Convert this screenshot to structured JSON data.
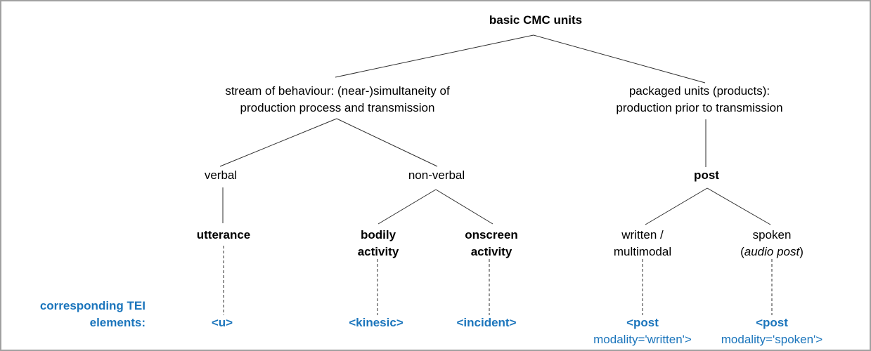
{
  "diagram": {
    "title": "basic CMC units",
    "colors": {
      "accent_blue": "#1B75BC",
      "line_color": "#2e2e2e",
      "frame_gray": "#a1a1a1",
      "background": "#ffffff"
    },
    "nodes": {
      "root": "basic CMC units",
      "stream": "stream of behaviour: (near-)simultaneity of\nproduction process and transmission",
      "packaged": "packaged units (products):\nproduction prior to transmission",
      "verbal": "verbal",
      "nonverbal": "non-verbal",
      "post": "post",
      "utterance": "utterance",
      "bodily_activity": "bodily\nactivity",
      "onscreen_activity": "onscreen\nactivity",
      "written_multimodal": "written /\nmultimodal",
      "spoken_line1": "spoken",
      "spoken_paren_open": "(",
      "spoken_italic": "audio post",
      "spoken_paren_close": ")"
    },
    "tei": {
      "caption": "corresponding TEI\nelements:",
      "u": "<u>",
      "kinesic": "<kinesic>",
      "incident": "<incident>",
      "post_written_line1": "<post",
      "post_written_line2": "modality='written'>",
      "post_spoken_line1": "<post",
      "post_spoken_line2": "modality='spoken'>"
    }
  }
}
